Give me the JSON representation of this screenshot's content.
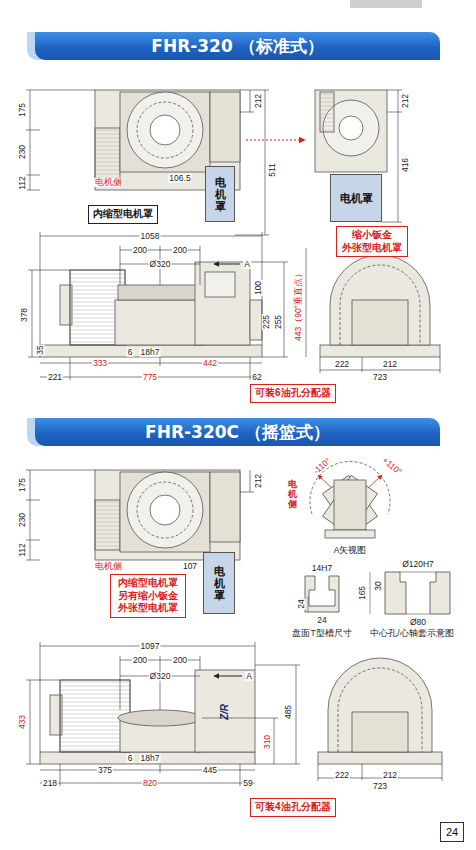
{
  "diagram": {
    "nodes": [
      {
        "text": [
          "FHR-320 （标准式）"
        ]
      },
      {
        "text": [
          "电机罩"
        ]
      },
      {
        "text": [
          "内缩型电机罩"
        ]
      },
      {
        "text": [
          "电机罩"
        ]
      },
      {
        "text": [
          "缩小钣金 外张型电机罩"
        ]
      },
      {
        "text": [
          "可装6油孔分配器"
        ]
      },
      {
        "text": [
          "FHR-320C （摇篮式）"
        ]
      },
      {
        "text": [
          "电机罩"
        ]
      },
      {
        "text": [
          "内缩型电机罩 另有缩小钣金 外张型电机罩"
        ]
      },
      {
        "text": [
          "可装4油孔分配器"
        ]
      },
      {
        "text": [
          "24"
        ]
      }
    ],
    "labels": [
      "175",
      "230",
      "112",
      "212",
      "电机侧",
      "106.5",
      "511",
      "212",
      "416",
      "1058",
      "200",
      "200",
      "Ø320",
      "A",
      "378",
      "35",
      "100",
      "225",
      "255",
      "443（90°垂直点）",
      "6",
      "18h7",
      "333",
      "442",
      "221",
      "775",
      "62",
      "222",
      "212",
      "723",
      "175",
      "230",
      "112",
      "212",
      "电机侧",
      "107",
      "-110°",
      "+110°",
      "电机侧",
      "A矢视图",
      "14H7",
      "24",
      "24",
      "盘面T型槽尺寸",
      "Ø120H7",
      "30",
      "165",
      "Ø80",
      "中心孔/心轴套示意图",
      "1097",
      "200",
      "200",
      "Ø320",
      "A",
      "433",
      "485",
      "310",
      "6",
      "18h7",
      "375",
      "445",
      "218",
      "820",
      "59",
      "222",
      "212",
      "723",
      "Z/R"
    ]
  }
}
